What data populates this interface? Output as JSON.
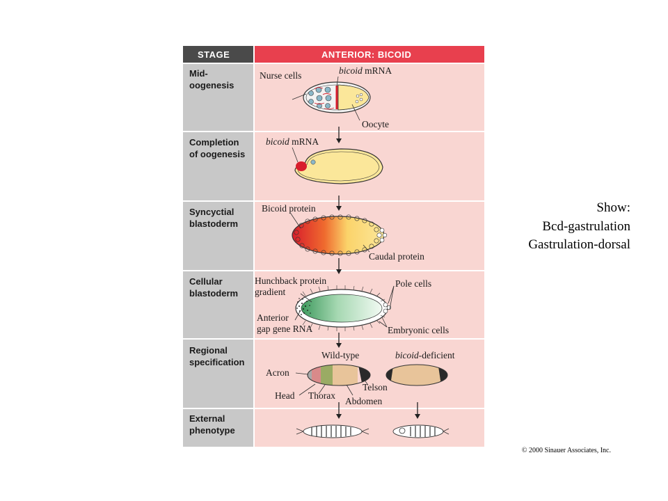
{
  "header": {
    "stage": "STAGE",
    "column": "ANTERIOR: BICOID"
  },
  "stages": [
    {
      "line1": "Mid-",
      "line2": "oogenesis"
    },
    {
      "line1": "Completion",
      "line2": "of oogenesis"
    },
    {
      "line1": "Syncyctial",
      "line2": "blastoderm"
    },
    {
      "line1": "Cellular",
      "line2": "blastoderm"
    },
    {
      "line1": "Regional",
      "line2": "specification"
    },
    {
      "line1": "External",
      "line2": "phenotype"
    }
  ],
  "labels": {
    "nurse_cells": "Nurse cells",
    "bicoid": "bicoid",
    "mrna": " mRNA",
    "oocyte": "Oocyte",
    "bicoid_protein": "Bicoid protein",
    "caudal_protein": "Caudal protein",
    "hunchback_1": "Hunchback protein",
    "hunchback_2": "gradient",
    "pole_cells": "Pole cells",
    "anterior_1": "Anterior",
    "anterior_2": "gap gene RNA",
    "embryonic_cells": "Embryonic cells",
    "wild_type": "Wild-type",
    "deficient_suffix": "-deficient",
    "acron": "Acron",
    "head": "Head",
    "thorax": "Thorax",
    "abdomen": "Abdomen",
    "telson": "Telson"
  },
  "side_note": [
    "Show:",
    "Bcd-gastrulation",
    "Gastrulation-dorsal"
  ],
  "copyright": "© 2000 Sinauer Associates, Inc.",
  "colors": {
    "header_dark": "#4a4a4a",
    "header_red": "#e8404e",
    "stage_bg": "#c8c8c8",
    "panel_bg": "#f9d6d2",
    "yolk": "#fbe79a",
    "bicoid_red": "#d81e2c",
    "hunchback_green": "#4aa36a",
    "acron": "#a9a9a9",
    "head": "#d98a8a",
    "thorax": "#9aab64",
    "abdomen": "#e8c49a",
    "telson": "#2a2a2a"
  }
}
